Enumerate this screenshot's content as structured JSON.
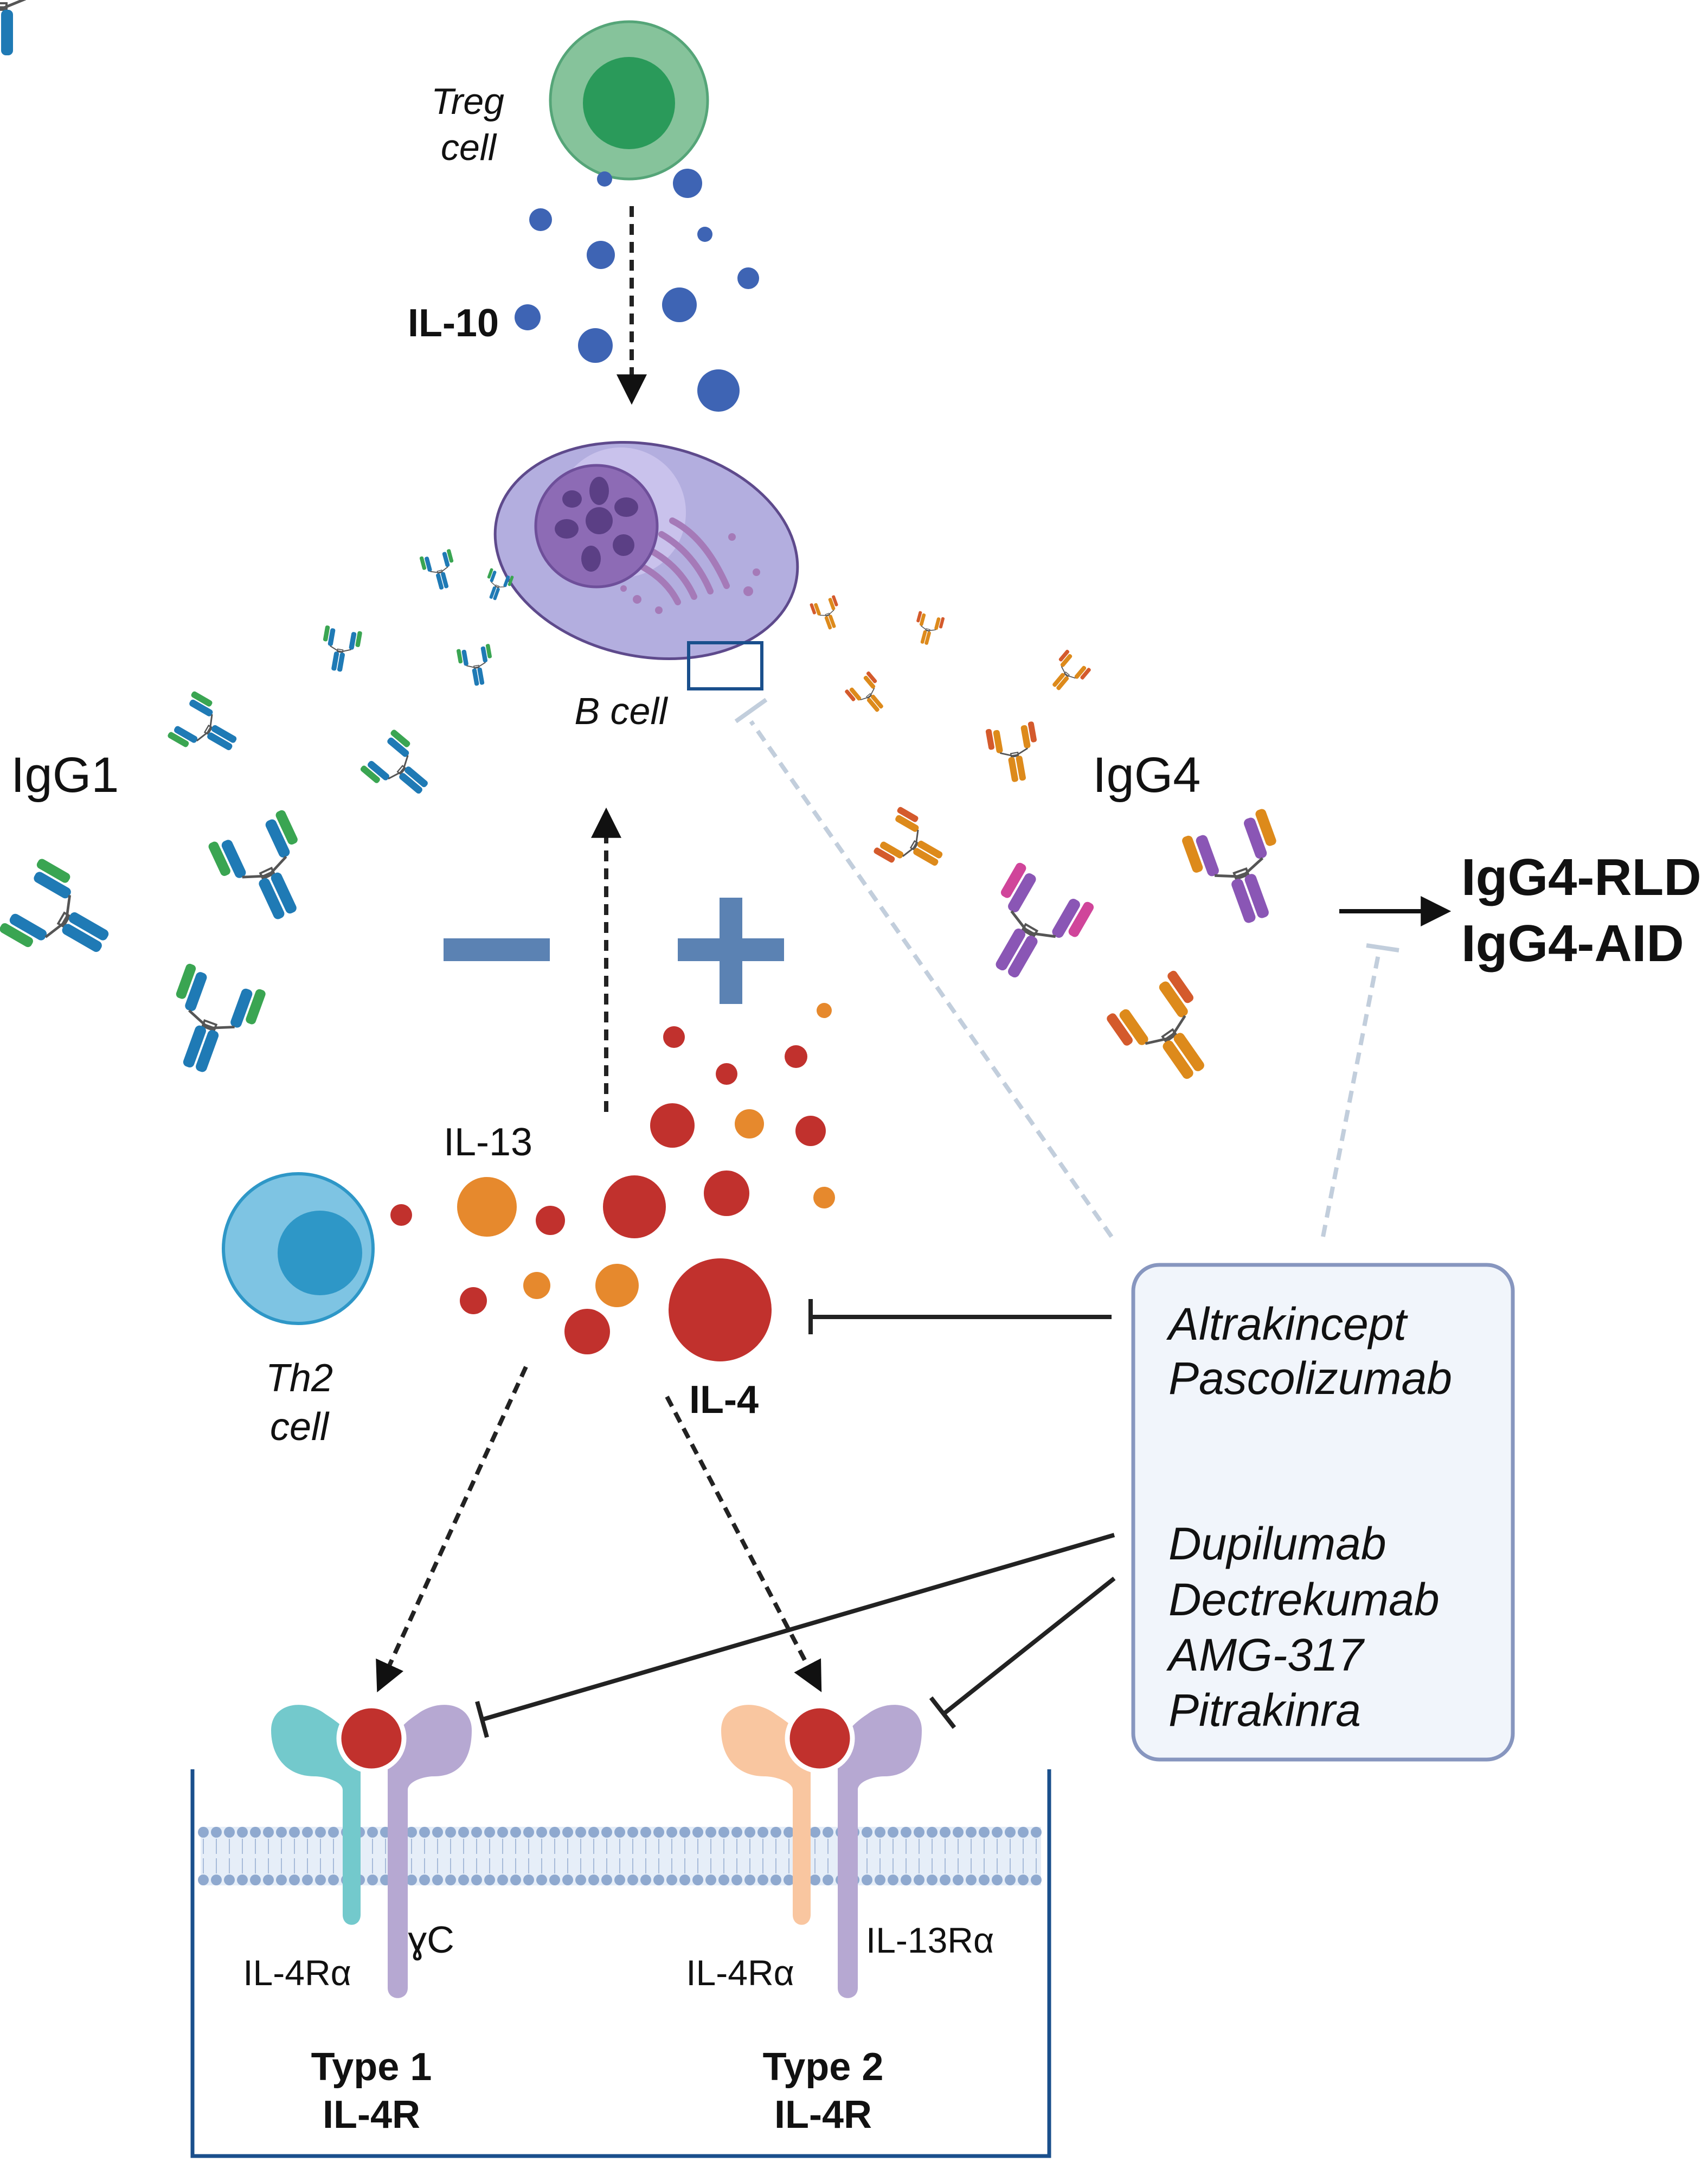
{
  "labels": {
    "treg_line1": "Treg",
    "treg_line2": "cell",
    "il10": "IL-10",
    "bcell": "B cell",
    "igg1": "IgG1",
    "igg4": "IgG4",
    "igg4_rld": "IgG4-RLD",
    "igg4_aid": "IgG4-AID",
    "il13": "IL-13",
    "il4": "IL-4",
    "th2_line1": "Th2",
    "th2_line2": "cell",
    "il4ra_left": "IL-4Rα",
    "gamma_c": "ɣC",
    "il4ra_right": "IL-4Rα",
    "il13ra": "IL-13Rα",
    "type1_line1": "Type 1",
    "type1_line2": "IL-4R",
    "type2_line1": "Type 2",
    "type2_line2": "IL-4R"
  },
  "drug_box": {
    "group1": [
      "Altrakincept",
      "Pascolizumab"
    ],
    "group2": [
      "Dupilumab",
      "Dectrekumab",
      "AMG-317",
      "Pitrakinra"
    ]
  },
  "colors": {
    "treg": "#86c39b",
    "treg_nucleus": "#2a9a5a",
    "il10": "#3e64b4",
    "bcell": "#b3aedf",
    "bcell_nucleus": "#8d6bb5",
    "th2": "#7ec4e3",
    "th2_nucleus": "#2e97c7",
    "il4": "#c1312d",
    "il13": "#e6892d",
    "igg1_blue": "#1f7ab5",
    "igg1_green": "#3aa552",
    "igg4_orange": "#dd8a1b",
    "igg4_purple": "#8a56b5",
    "minus_plus": "#5b82b3",
    "inhibit_dashed": "#c2cedc",
    "drug_box_fill": "#f1f5fb",
    "drug_box_border": "#8796bf",
    "membrane": "#8fa9cf",
    "receptor_teal": "#73c9cc",
    "receptor_lilac": "#b6a8d2",
    "receptor_peach": "#f9c6a0"
  }
}
